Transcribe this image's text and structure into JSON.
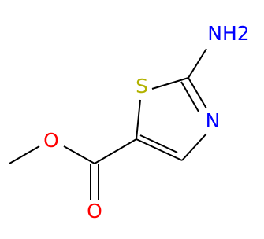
{
  "molecule": {
    "atoms": {
      "amine": {
        "label": "NH2",
        "color": "#0000ff"
      },
      "sulfur": {
        "label": "S",
        "color": "#b2b200"
      },
      "ring_nitrogen": {
        "label": "N",
        "color": "#0000ff"
      },
      "ester_oxygen": {
        "label": "O",
        "color": "#ff0000"
      },
      "carbonyl_oxygen": {
        "label": "O",
        "color": "#ff0000"
      }
    },
    "bond_color": "#000000"
  }
}
